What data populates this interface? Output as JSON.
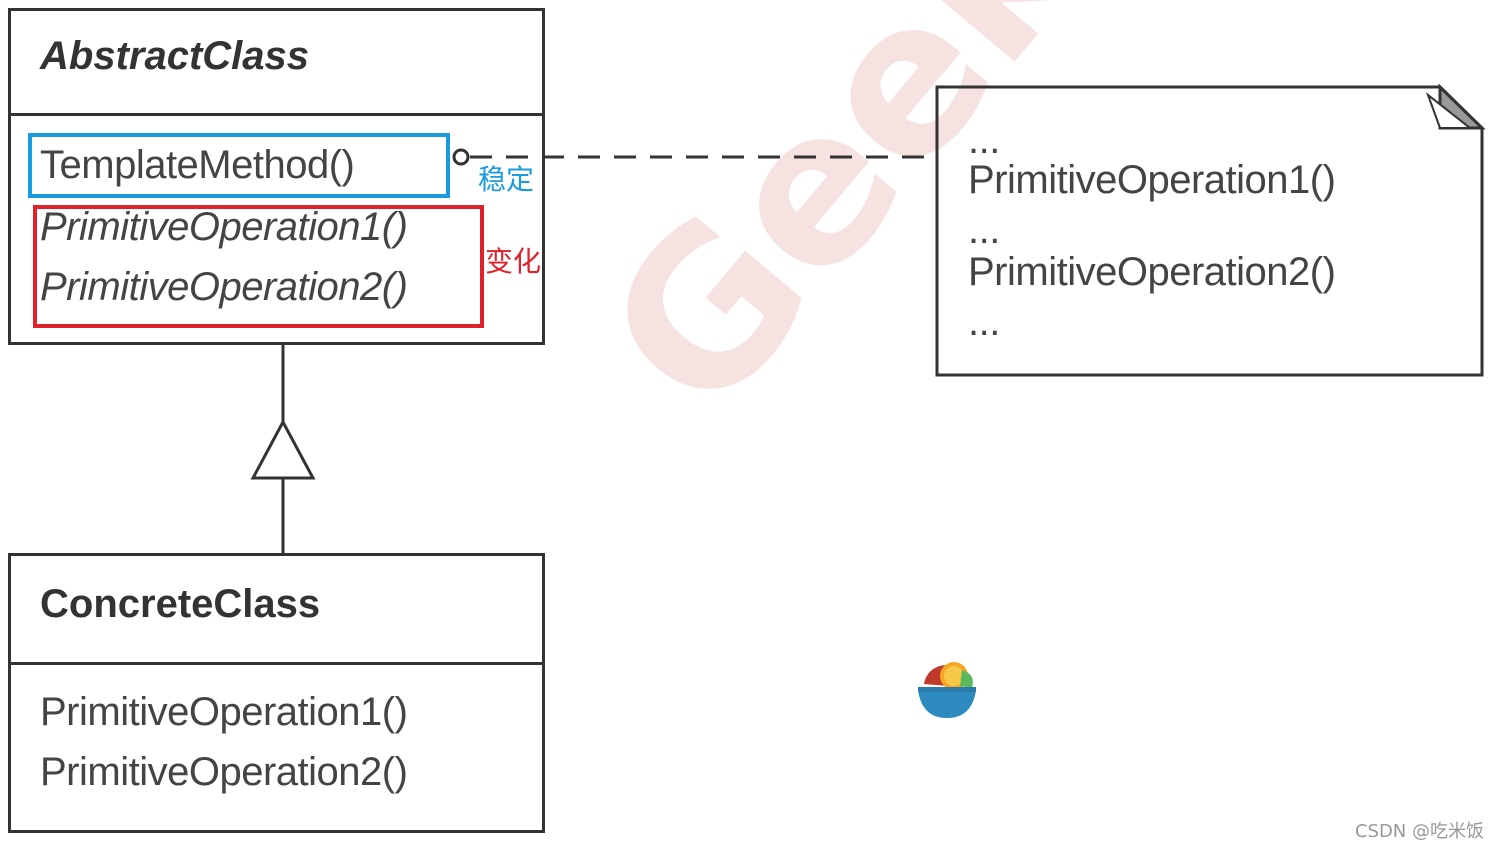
{
  "abstract_class": {
    "name": "AbstractClass",
    "operations": [
      "TemplateMethod()",
      "PrimitiveOperation1()",
      "PrimitiveOperation2()"
    ]
  },
  "concrete_class": {
    "name": "ConcreteClass",
    "operations": [
      "PrimitiveOperation1()",
      "PrimitiveOperation2()"
    ]
  },
  "note": {
    "lines": [
      "...",
      "PrimitiveOperation1()",
      "...",
      "PrimitiveOperation2()",
      "..."
    ]
  },
  "annotations": {
    "stable": "稳定",
    "change": "变化"
  },
  "watermark": "Geek Band",
  "footer": "CSDN @吃米饭",
  "colors": {
    "stable_box": "#1a9be0",
    "change_box": "#e0202a",
    "lines": "#333333"
  }
}
